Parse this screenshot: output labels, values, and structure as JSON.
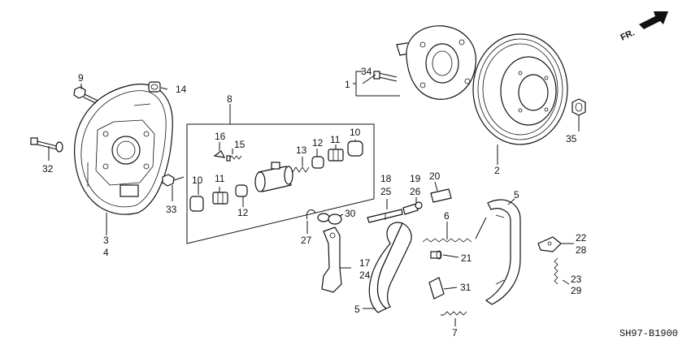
{
  "diagram_code": "SH97-B1900",
  "front_marker": "FR.",
  "callouts": {
    "c1": "1",
    "c2": "2",
    "c3": "3",
    "c4": "4",
    "c5a": "5",
    "c5b": "5",
    "c6": "6",
    "c7": "7",
    "c8": "8",
    "c9": "9",
    "c10a": "10",
    "c10b": "10",
    "c11a": "11",
    "c11b": "11",
    "c12a": "12",
    "c12b": "12",
    "c13": "13",
    "c14": "14",
    "c15": "15",
    "c16": "16",
    "c17": "17",
    "c18": "18",
    "c19": "19",
    "c20": "20",
    "c21": "21",
    "c22": "22",
    "c23": "23",
    "c24": "24",
    "c25": "25",
    "c26": "26",
    "c27": "27",
    "c28": "28",
    "c29": "29",
    "c30": "30",
    "c31": "31",
    "c32": "32",
    "c33": "33",
    "c34": "34",
    "c35": "35"
  }
}
